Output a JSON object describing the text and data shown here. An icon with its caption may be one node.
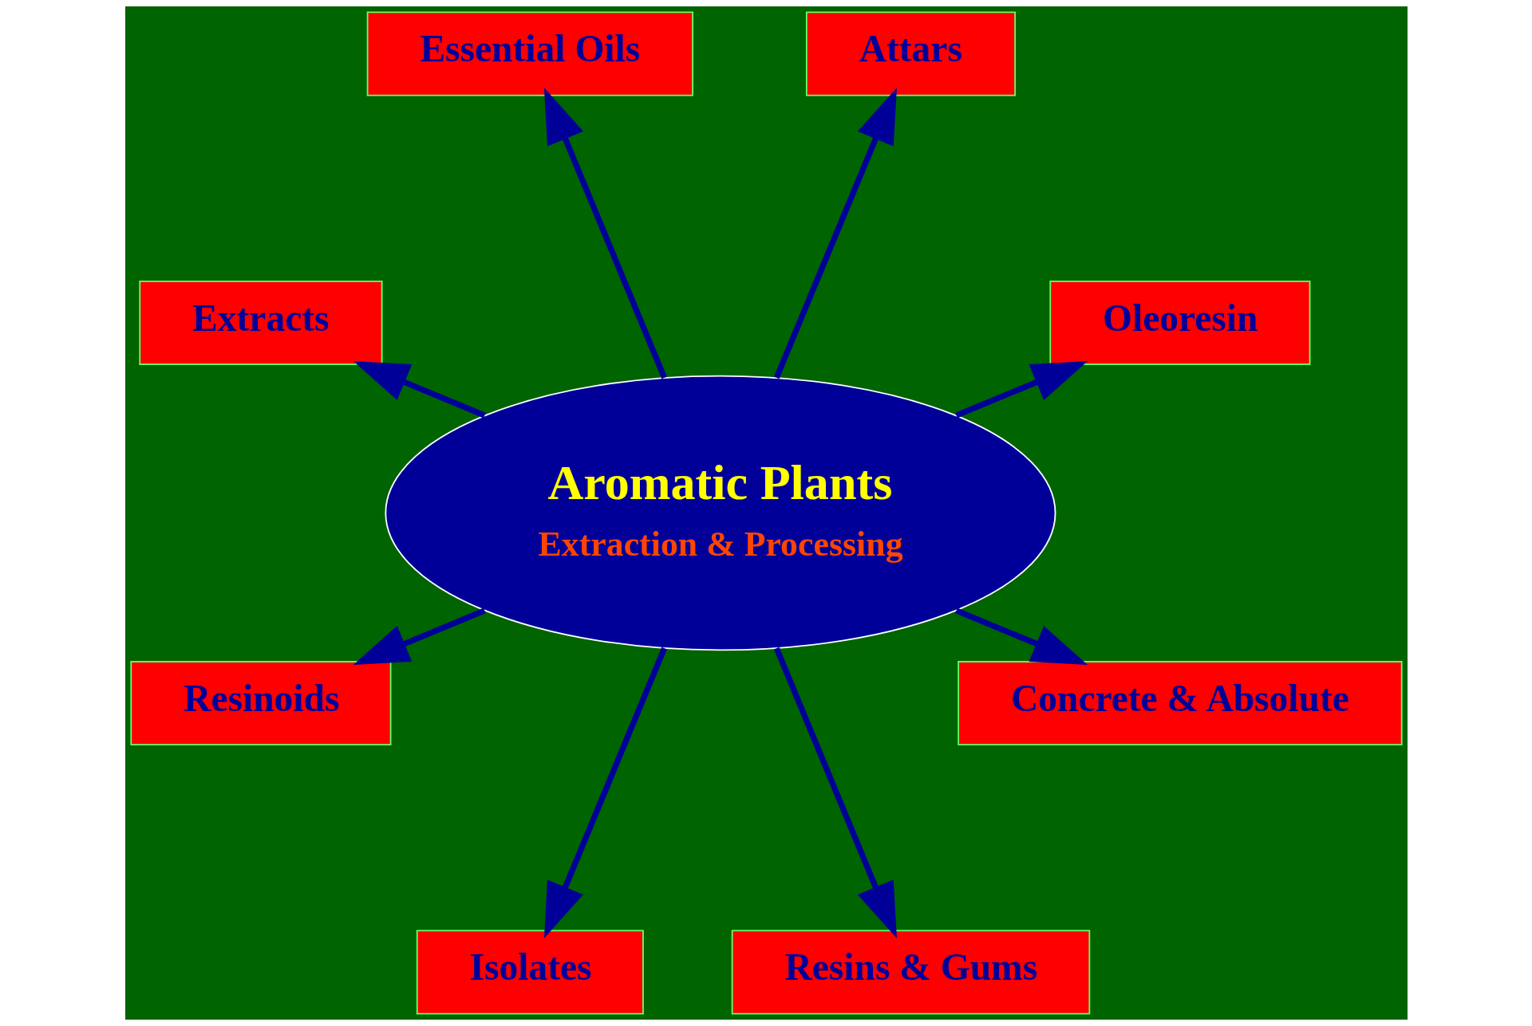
{
  "diagram": {
    "nodes": [
      {
        "text": [
          "Aromatic Plants",
          "Extraction & Processing"
        ]
      },
      {
        "text": [
          "Oleoresin"
        ]
      },
      {
        "text": [
          "Attars"
        ]
      },
      {
        "text": [
          "Essential Oils"
        ]
      },
      {
        "text": [
          "Extracts"
        ]
      },
      {
        "text": [
          "Resinoids"
        ]
      },
      {
        "text": [
          "Isolates"
        ]
      },
      {
        "text": [
          "Resins & Gums"
        ]
      },
      {
        "text": [
          "Concrete & Absolute"
        ]
      }
    ],
    "edges": [
      {
        "from": 0,
        "to": 1,
        "arrow": "to"
      },
      {
        "from": 0,
        "to": 2,
        "arrow": "to"
      },
      {
        "from": 0,
        "to": 3,
        "arrow": "to"
      },
      {
        "from": 0,
        "to": 4,
        "arrow": "to"
      },
      {
        "from": 0,
        "to": 5,
        "arrow": "to"
      },
      {
        "from": 0,
        "to": 6,
        "arrow": "to"
      },
      {
        "from": 0,
        "to": 7,
        "arrow": "to"
      },
      {
        "from": 0,
        "to": 8,
        "arrow": "to"
      }
    ]
  }
}
